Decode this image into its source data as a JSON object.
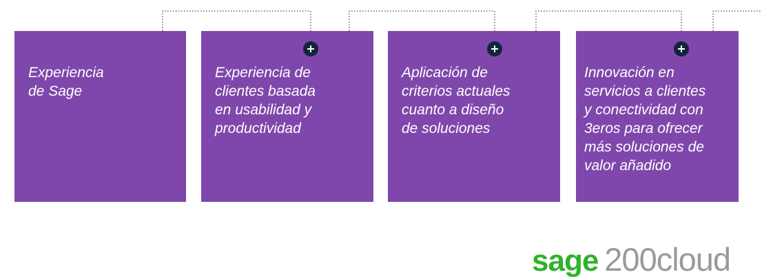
{
  "diagram": {
    "cards": [
      {
        "text": "Experiencia\nde Sage",
        "has_plus": false
      },
      {
        "text": "Experiencia de\nclientes basada\nen usabilidad y\nproductividad",
        "has_plus": true
      },
      {
        "text": "Aplicación de\ncriterios actuales\ncuanto a diseño\nde soluciones",
        "has_plus": true
      },
      {
        "text": "Innovación en\nservicios a clientes\ny conectividad con\n3eros para ofrecer\nmás soluciones de\nvalor añadido",
        "has_plus": true
      }
    ],
    "colors": {
      "card": "#7f47ab",
      "plus_circle": "#10253d",
      "connector": "#666666"
    },
    "icons": {
      "expand": "plus-icon"
    }
  },
  "logo": {
    "brand": "sage",
    "product": "200cloud",
    "brand_color": "#2fb22a",
    "product_color": "#9a9a9a"
  }
}
